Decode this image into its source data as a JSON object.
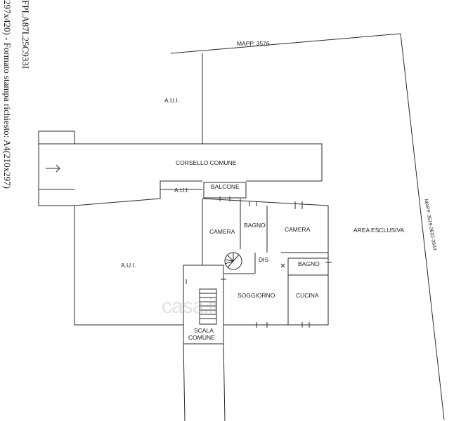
{
  "margin_text": {
    "line1": "FPLA87L25C933I",
    "line2": "297x420) - Formato stampa richiesto: A4(210x297)"
  },
  "labels": {
    "mapp_top": "MAPP. 3576",
    "aui_top": "A.U.I.",
    "corsello": "CORSELLO COMUNE",
    "aui_small": "A.U.I.",
    "balcone": "BALCONE",
    "camera_left": "CAMERA",
    "bagno_top": "BAGNO",
    "camera_right": "CAMERA",
    "area_esclusiva": "AREA ESCLUSIVA",
    "aui_left": "A.U.I.",
    "dis": "DIS",
    "bagno_right": "BAGNO",
    "soggiorno": "SOGGIORNO",
    "cucina": "CUCINA",
    "scala_1": "SCALA",
    "scala_2": "COMUNE",
    "mapp_right": "MAPP. 3519-3632-3633"
  },
  "watermark": "casa.it",
  "colors": {
    "line": "#2a2a2a",
    "background": "#ffffff"
  }
}
